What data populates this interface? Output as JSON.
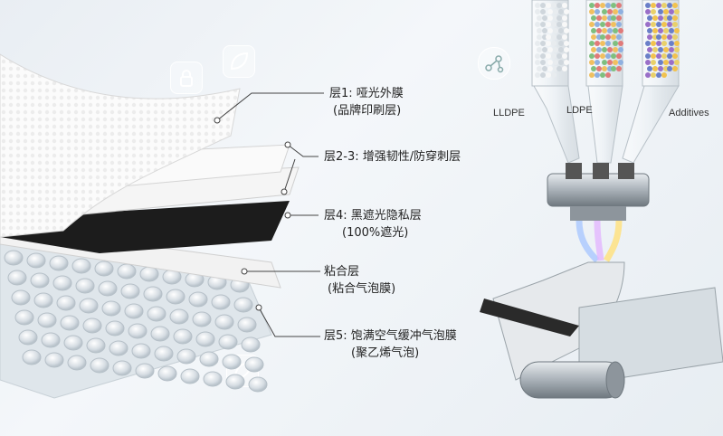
{
  "layers": [
    {
      "id": "layer1",
      "title": "层1: 哑光外膜",
      "subtitle": "(品牌印刷层)"
    },
    {
      "id": "layer23",
      "title": "层2-3: 增强韧性/防穿刺层",
      "subtitle": ""
    },
    {
      "id": "layer4",
      "title": "层4: 黑遮光隐私层",
      "subtitle": "(100%遮光)"
    },
    {
      "id": "adhesive",
      "title": "粘合层",
      "subtitle": "(粘合气泡膜)"
    },
    {
      "id": "layer5",
      "title": "层5: 饱满空气缓冲气泡膜",
      "subtitle": "(聚乙烯气泡)"
    }
  ],
  "materials": {
    "lldpe": "LLDPE",
    "ldpe": "LDPE",
    "additives": "Additives"
  },
  "icons": [
    "lock-icon",
    "leaf-icon",
    "shield-icon",
    "molecule-icon"
  ],
  "colors": {
    "leader_line": "#444444",
    "film_black": "#1c1c1c",
    "film_white": "#f7f7f7",
    "bubble": "#cfd8df",
    "metal": "#a9b1b8"
  }
}
